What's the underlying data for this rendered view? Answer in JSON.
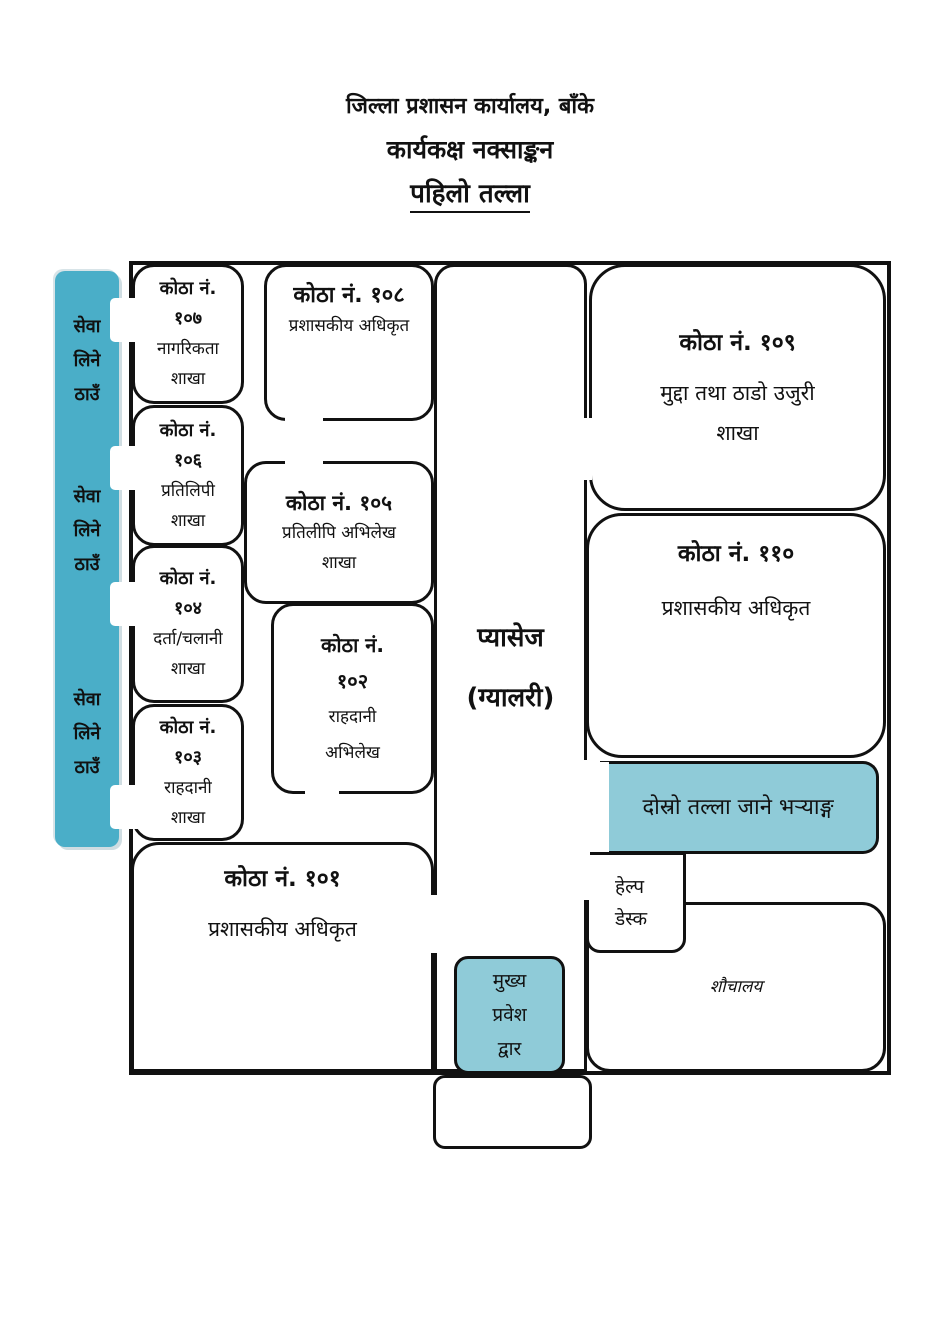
{
  "header": {
    "office": "जिल्ला प्रशासन कार्यालय, बाँके",
    "title": "कार्यकक्ष नक्साङ्कन",
    "floor": "पहिलो तल्ला"
  },
  "service_area": {
    "labels": [
      [
        "सेवा",
        "लिने",
        "ठाउँ"
      ],
      [
        "सेवा",
        "लिने",
        "ठाउँ"
      ],
      [
        "सेवा",
        "लिने",
        "ठाउँ"
      ]
    ]
  },
  "rooms": {
    "r107": {
      "label": "कोठा नं.",
      "number": "१०७",
      "name": "नागरिकता",
      "sub": "शाखा"
    },
    "r106": {
      "label": "कोठा नं.",
      "number": "१०६",
      "name": "प्रतिलिपी",
      "sub": "शाखा"
    },
    "r104": {
      "label": "कोठा नं.",
      "number": "१०४",
      "name": "दर्ता/चलानी",
      "sub": "शाखा"
    },
    "r103": {
      "label": "कोठा नं.",
      "number": "१०३",
      "name": "राहदानी",
      "sub": "शाखा"
    },
    "r108": {
      "label": "कोठा नं. १०८",
      "name": "प्रशासकीय अधिकृत"
    },
    "r105": {
      "label": "कोठा नं. १०५",
      "name": "प्रतिलीपि अभिलेख",
      "sub": "शाखा"
    },
    "r102": {
      "label": "कोठा नं.",
      "number": "१०२",
      "name": "राहदानी",
      "sub": "अभिलेख"
    },
    "r101": {
      "label": "कोठा नं. १०१",
      "name": "प्रशासकीय अधिकृत"
    },
    "r109": {
      "label": "कोठा नं. १०९",
      "name": "मुद्दा तथा ठाडो उजुरी",
      "sub": "शाखा"
    },
    "r110": {
      "label": "कोठा नं. ११०",
      "name": "प्रशासकीय अधिकृत"
    }
  },
  "passage": {
    "line1": "प्यासेज",
    "line2": "(ग्यालरी)"
  },
  "stairs": "दोस्रो तल्ला जाने भऱ्याङ्ग",
  "help_desk": {
    "line1": "हेल्प",
    "line2": "डेस्क"
  },
  "toilet": "शौचालय",
  "entrance": {
    "line1": "मुख्य",
    "line2": "प्रवेश",
    "line3": "द्वार"
  },
  "colors": {
    "service_strip": "#4aaec8",
    "highlight": "#8fcbd8",
    "line": "#111111"
  }
}
